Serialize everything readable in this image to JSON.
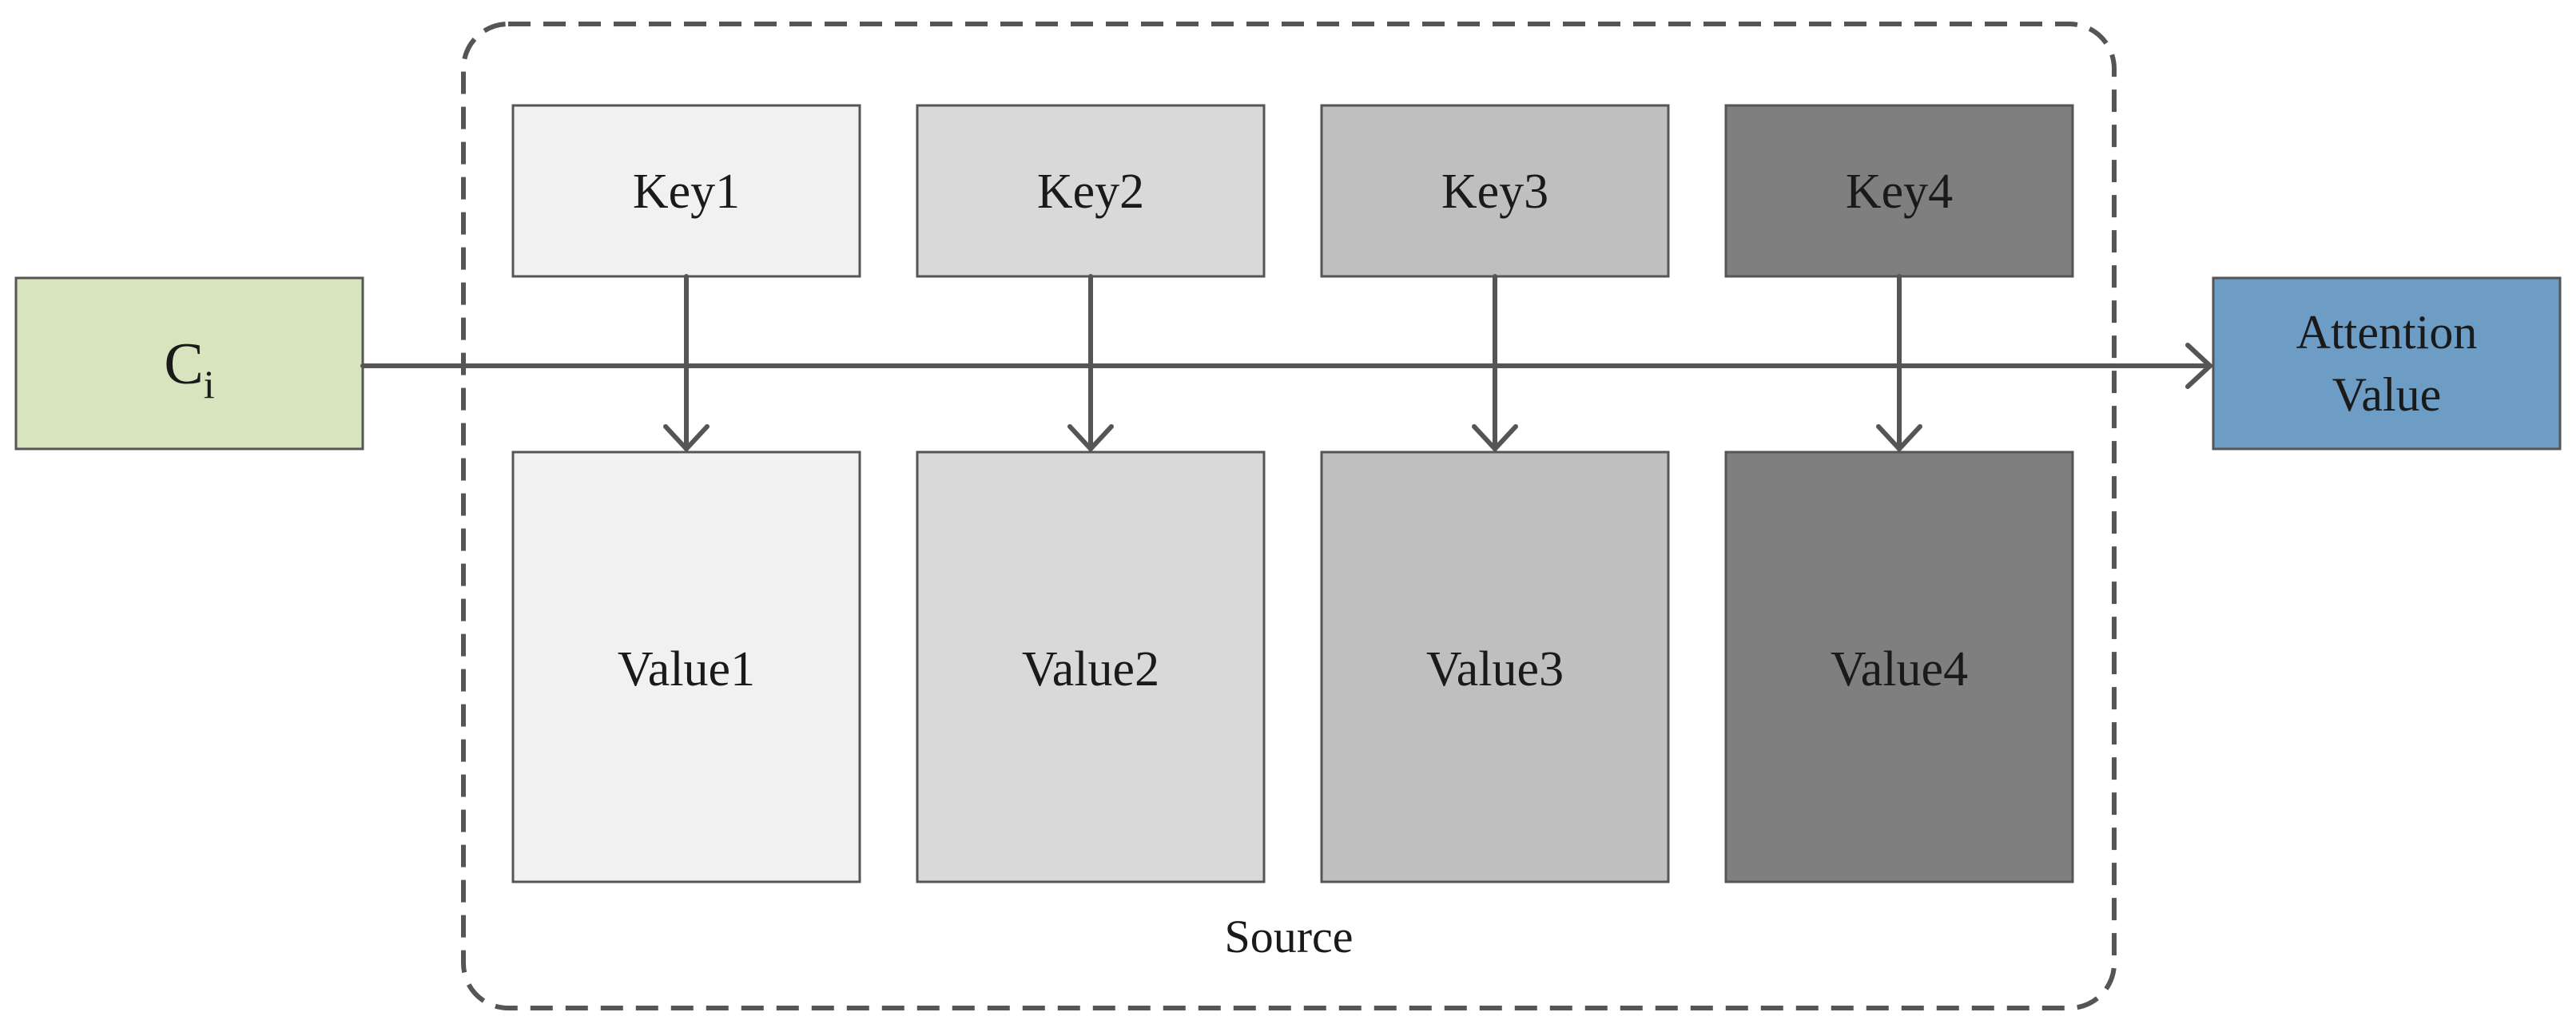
{
  "input": {
    "label": "C",
    "subscript": "i",
    "color": "#d7e4bd"
  },
  "output": {
    "line1": "Attention",
    "line2": "Value",
    "color": "#6d9dc5"
  },
  "source": {
    "label": "Source"
  },
  "keys": [
    {
      "label": "Key1",
      "color": "#f1f1f1"
    },
    {
      "label": "Key2",
      "color": "#d9d9d9"
    },
    {
      "label": "Key3",
      "color": "#bfbfbf"
    },
    {
      "label": "Key4",
      "color": "#7f7f7f"
    }
  ],
  "values": [
    {
      "label": "Value1",
      "color": "#f1f1f1"
    },
    {
      "label": "Value2",
      "color": "#d9d9d9"
    },
    {
      "label": "Value3",
      "color": "#bfbfbf"
    },
    {
      "label": "Value4",
      "color": "#7f7f7f"
    }
  ]
}
